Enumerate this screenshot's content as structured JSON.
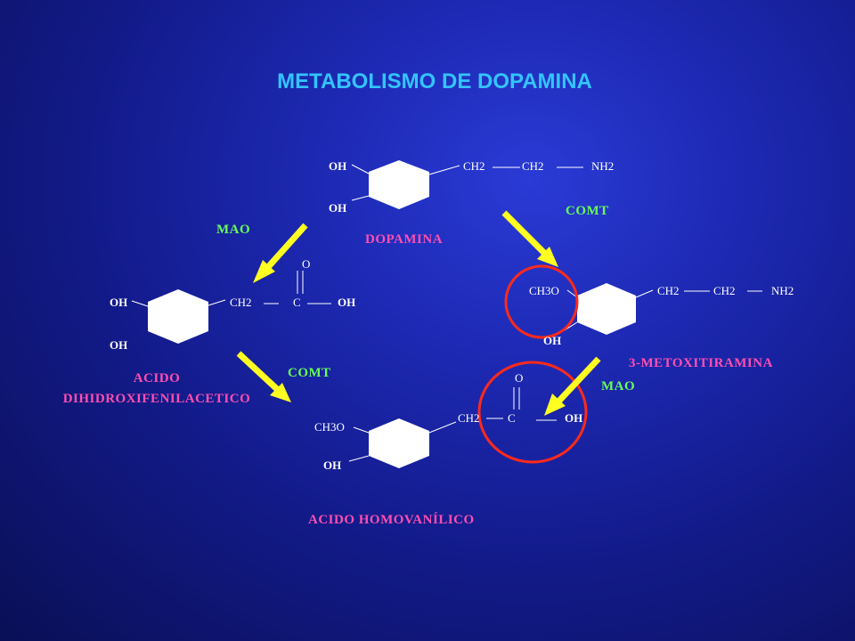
{
  "title": "METABOLISMO DE DOPAMINA",
  "colors": {
    "title": "#33c4ff",
    "compound_name": "#ff4fb0",
    "enzyme": "#66ff55",
    "arrow": "#ffff22",
    "highlight_circle": "#ff2a1a",
    "ring": "#ffffff"
  },
  "dopamine": {
    "oh_top": "OH",
    "oh_bottom": "OH",
    "ch2_a": "CH2",
    "ch2_b": "CH2",
    "nh2": "NH2",
    "name": "DOPAMINA"
  },
  "enzymes": {
    "mao_left": "MAO",
    "comt_right": "COMT",
    "comt_bottom": "COMT",
    "mao_right": "MAO"
  },
  "dopac": {
    "oh_top": "OH",
    "oh_bottom": "OH",
    "ch2": "CH2",
    "c": "C",
    "o": "O",
    "oh_acid": "OH",
    "name_line1": "ACIDO",
    "name_line2": "DIHIDROXIFENILACETICO"
  },
  "methoxytyramine": {
    "ch3o": "CH3O",
    "oh": "OH",
    "ch2_a": "CH2",
    "ch2_b": "CH2",
    "nh2": "NH2",
    "name": "3-METOXITIRAMINA"
  },
  "hva": {
    "ch3o": "CH3O",
    "oh": "OH",
    "ch2": "CH2",
    "c": "C",
    "o": "O",
    "oh_acid": "OH",
    "name": "ACIDO HOMOVANÍLICO"
  }
}
